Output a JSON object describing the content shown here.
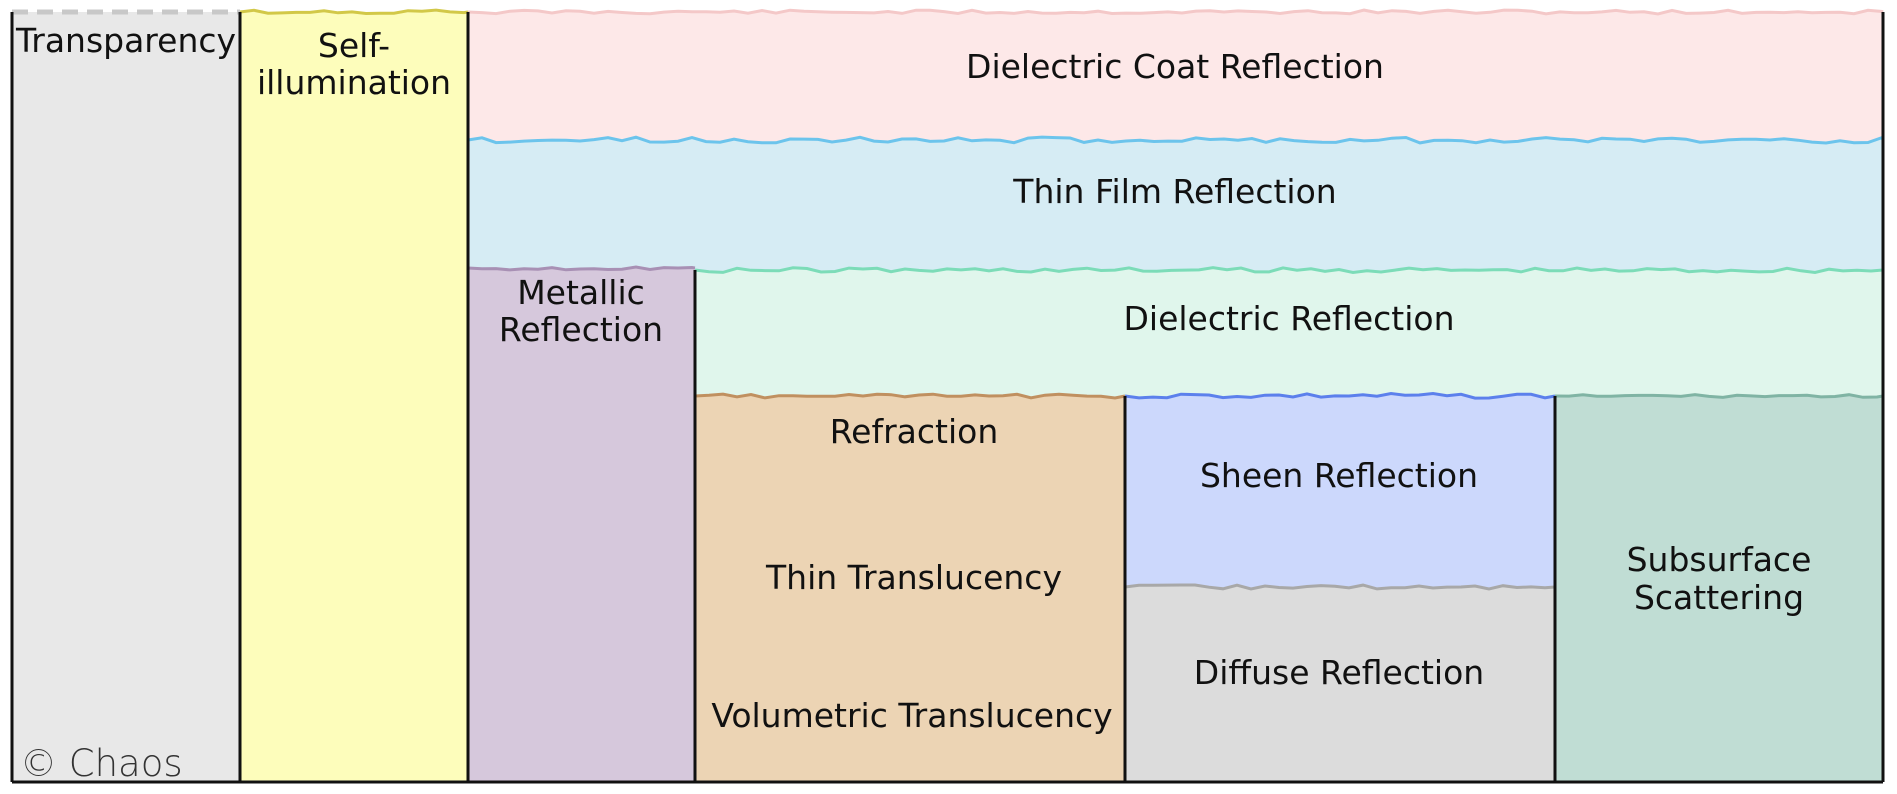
{
  "diagram": {
    "layers": {
      "transparency": {
        "label": "Transparency",
        "fill": "#e8e8e8"
      },
      "self_illumination": {
        "label_line1": "Self-",
        "label_line2": "illumination",
        "fill": "#fdfdbb",
        "edge": "#d2c848"
      },
      "dielectric_coat": {
        "label": "Dielectric Coat Reflection",
        "fill": "#fde8e8",
        "edge": "#f4c8c8"
      },
      "thin_film": {
        "label": "Thin Film Reflection",
        "fill": "#d6ecf4",
        "edge": "#6cc4ec"
      },
      "metallic": {
        "label_line1": "Metallic",
        "label_line2": "Reflection",
        "fill": "#d6c8dc",
        "edge": "#a890b4"
      },
      "dielectric": {
        "label": "Dielectric Reflection",
        "fill": "#e0f6ec",
        "edge": "#7cdcb8"
      },
      "refraction": {
        "label": "Refraction",
        "fill": "#ecd4b4",
        "edge": "#c09060"
      },
      "thin_translucency": {
        "label": "Thin Translucency"
      },
      "volumetric_translucency": {
        "label": "Volumetric Translucency"
      },
      "sheen": {
        "label": "Sheen Reflection",
        "fill": "#ccd8fc",
        "edge": "#5c80ec"
      },
      "diffuse": {
        "label": "Diffuse Reflection",
        "fill": "#dcdcdc",
        "edge": "#a8a8a8"
      },
      "subsurface": {
        "label_line1": "Subsurface",
        "label_line2": "Scattering",
        "fill": "#c0ddd4",
        "edge": "#80b4a4"
      }
    },
    "copyright": "© Chaos"
  }
}
